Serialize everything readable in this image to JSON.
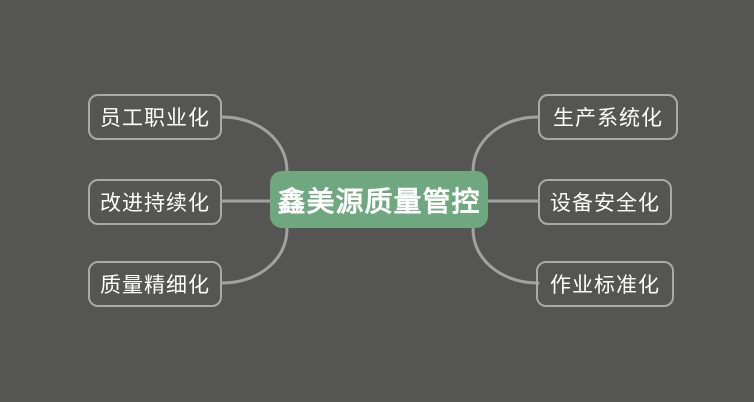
{
  "colors": {
    "background": "#555653",
    "center_node_fill": "#6fa77e",
    "center_node_text": "#ffffff",
    "branch_border": "#a9a9a7",
    "branch_text": "#ffffff",
    "connector": "#a2a2a0"
  },
  "mindmap": {
    "center": {
      "label": "鑫美源质量管控"
    },
    "left": [
      {
        "label": "员工职业化"
      },
      {
        "label": "改进持续化"
      },
      {
        "label": "质量精细化"
      }
    ],
    "right": [
      {
        "label": "生产系统化"
      },
      {
        "label": "设备安全化"
      },
      {
        "label": "作业标准化"
      }
    ]
  }
}
